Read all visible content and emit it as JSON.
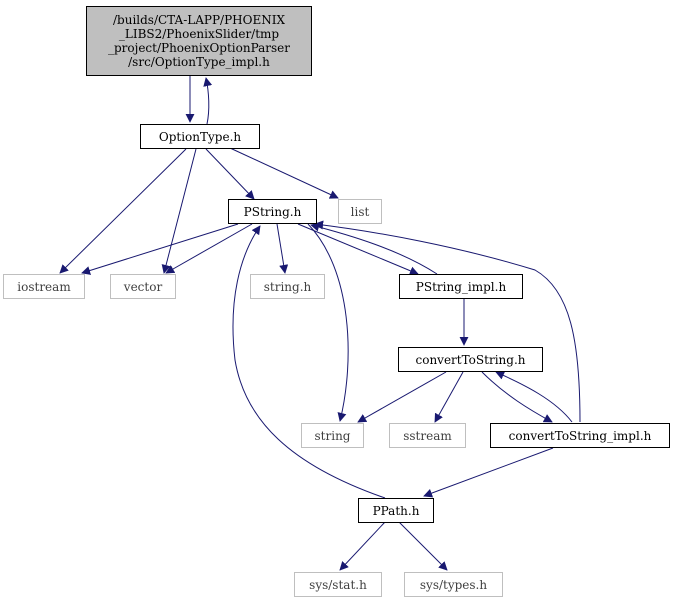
{
  "colors": {
    "edge": "#191970",
    "root_fill": "#bfbfbf",
    "system_border": "#bfbfbf",
    "main_border": "#000000"
  },
  "nodes": {
    "root": "/builds/CTA-LAPP/PHOENIX\n_LIBS2/PhoenixSlider/tmp\n_project/PhoenixOptionParser\n/src/OptionType_impl.h",
    "optiontype": "OptionType.h",
    "pstring": "PString.h",
    "list": "list",
    "iostream": "iostream",
    "vector": "vector",
    "string_h": "string.h",
    "pstring_impl": "PString_impl.h",
    "converttostring": "convertToString.h",
    "string": "string",
    "sstream": "sstream",
    "converttostring_impl": "convertToString_impl.h",
    "ppath": "PPath.h",
    "sys_stat": "sys/stat.h",
    "sys_types": "sys/types.h"
  }
}
